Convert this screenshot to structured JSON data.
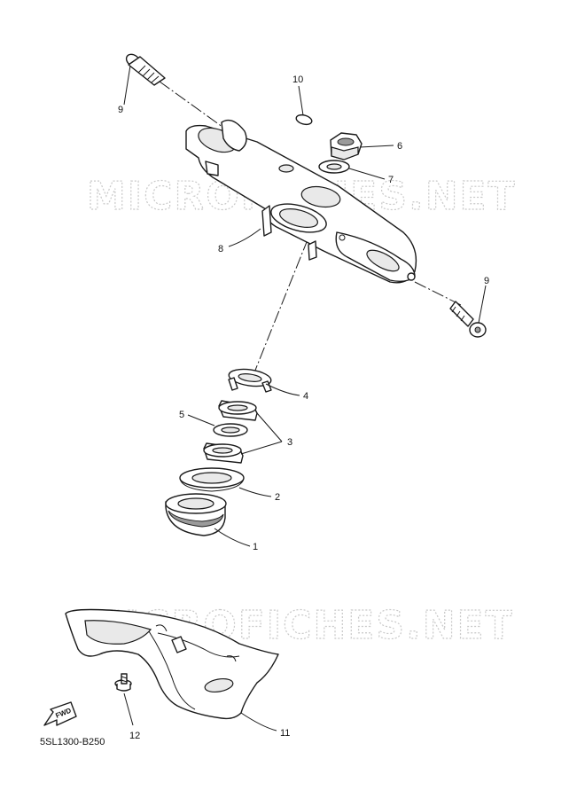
{
  "watermark": "MICROFICHES.NET",
  "diagram_code": "5SL1300-B250",
  "fwd_label": "FWD",
  "callouts": {
    "c1": "1",
    "c2": "2",
    "c3": "3",
    "c4": "4",
    "c5": "5",
    "c6": "6",
    "c7": "7",
    "c8": "8",
    "c9a": "9",
    "c9b": "9",
    "c10": "10",
    "c11": "11",
    "c12": "12"
  }
}
